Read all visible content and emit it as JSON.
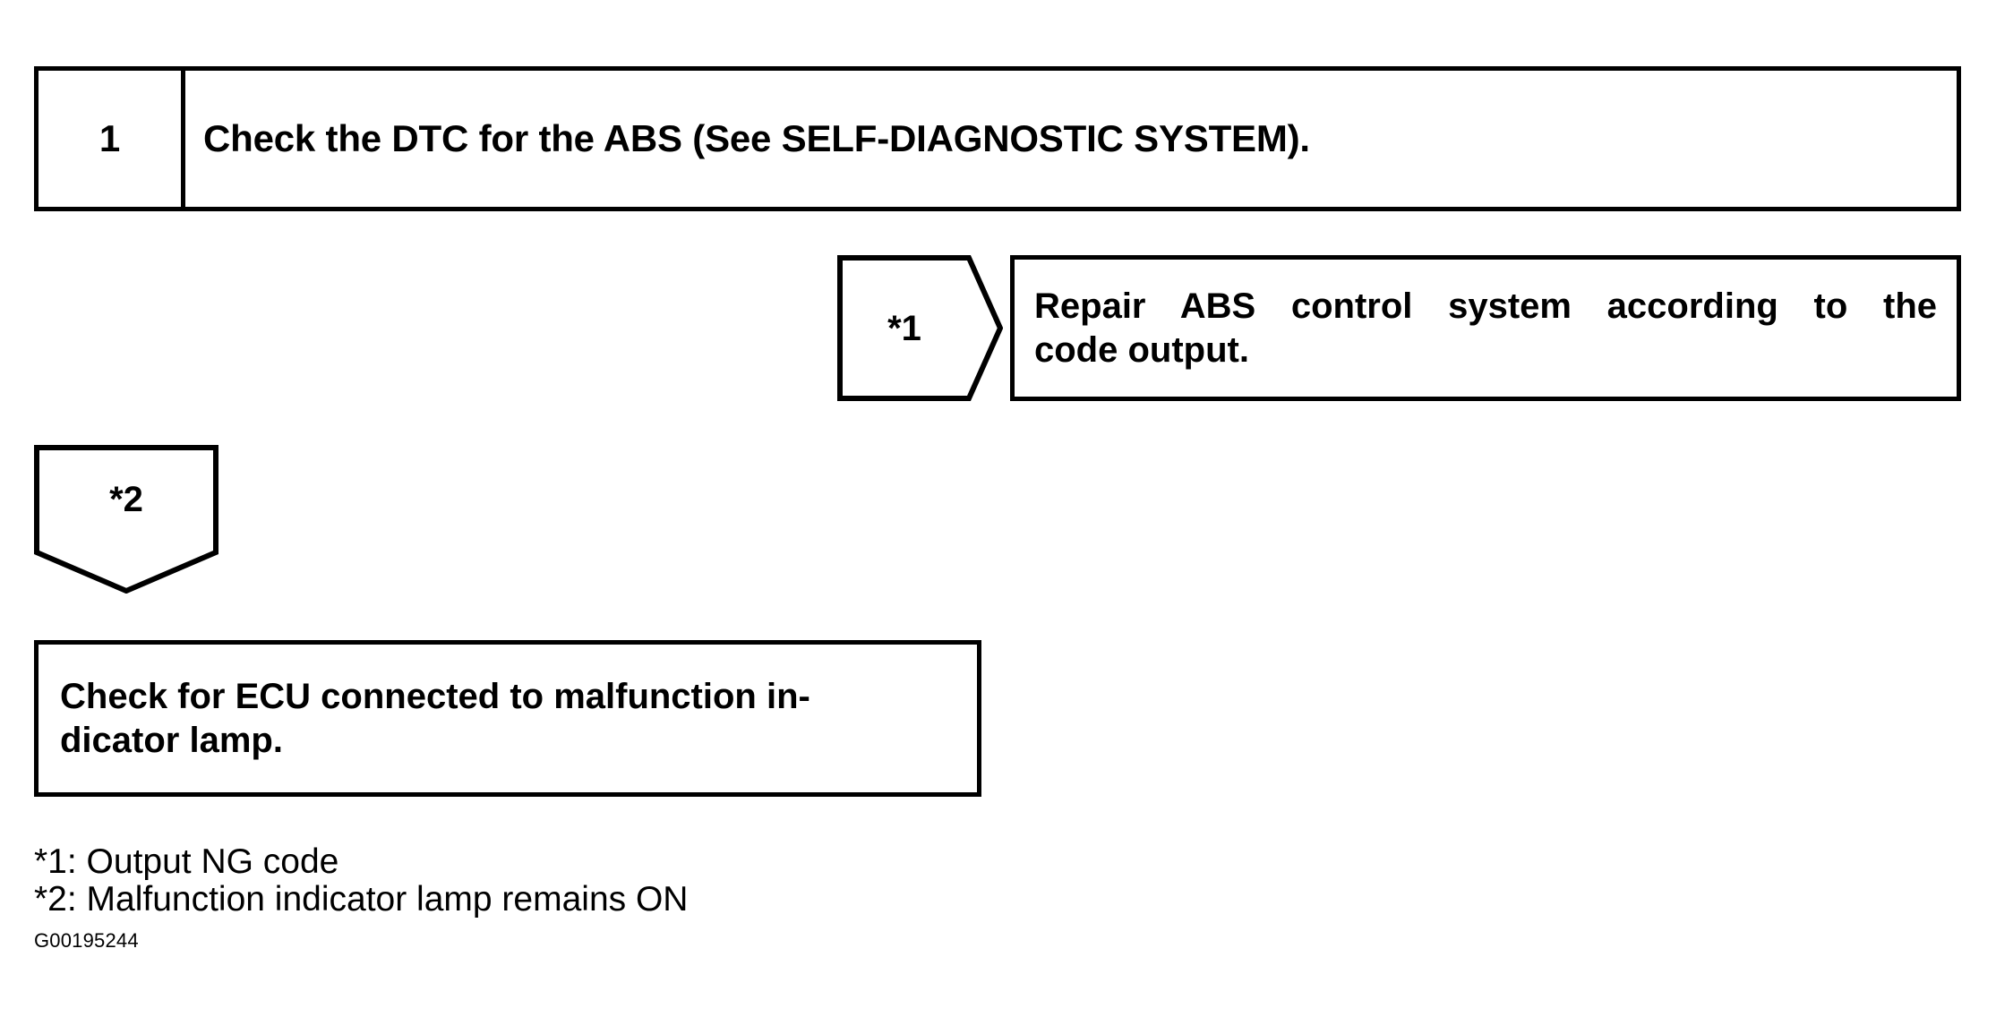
{
  "diagram": {
    "type": "troubleshooting-flowchart",
    "reference_code": "G00195244",
    "colors": {
      "line": "#000000",
      "background": "#ffffff",
      "text": "#000000"
    },
    "step": {
      "number": "1",
      "text": "Check the DTC for the ABS (See SELF-DIAGNOSTIC SYSTEM)."
    },
    "branch_one": {
      "marker": "*1",
      "result_line_1": "Repair ABS control system according to the",
      "result_line_2": "code output."
    },
    "branch_two": {
      "marker": "*2",
      "next_line_1": "Check for ECU connected to malfunction in-",
      "next_line_2": "dicator lamp."
    },
    "footnotes": [
      "*1: Output NG code",
      "*2: Malfunction indicator lamp remains ON"
    ]
  }
}
